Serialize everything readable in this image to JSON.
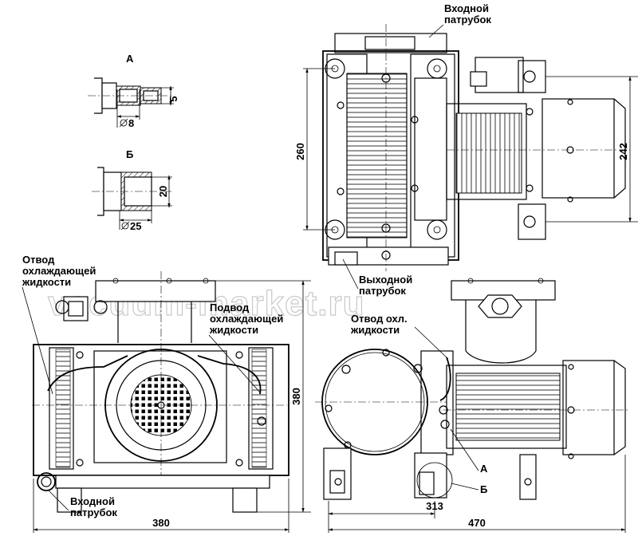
{
  "watermark": "vacuum-market.ru",
  "labels": {
    "inlet_top": [
      "Входной",
      "патрубок"
    ],
    "outlet_top": [
      "Выходной",
      "патрубок"
    ],
    "coolant_out_left": [
      "Отвод",
      "охлаждающей",
      "жидкости"
    ],
    "coolant_in_front": [
      "Подвод",
      "охлаждающей",
      "жидкости"
    ],
    "coolant_out_side": [
      "Отвод охл.",
      "жидкости"
    ],
    "inlet_bottom": [
      "Входной",
      "патрубок"
    ]
  },
  "details": {
    "detail_a": {
      "title": "А",
      "dim_height": "5",
      "dim_diameter": "8"
    },
    "detail_b": {
      "title": "Б",
      "dim_height": "20",
      "dim_diameter": "25"
    }
  },
  "callouts": {
    "a": "А",
    "b": "Б"
  },
  "dimensions": {
    "top_height": "260",
    "motor_height": "242",
    "front_height": "380",
    "front_width": "380",
    "side_mount": "313",
    "side_width": "470"
  }
}
